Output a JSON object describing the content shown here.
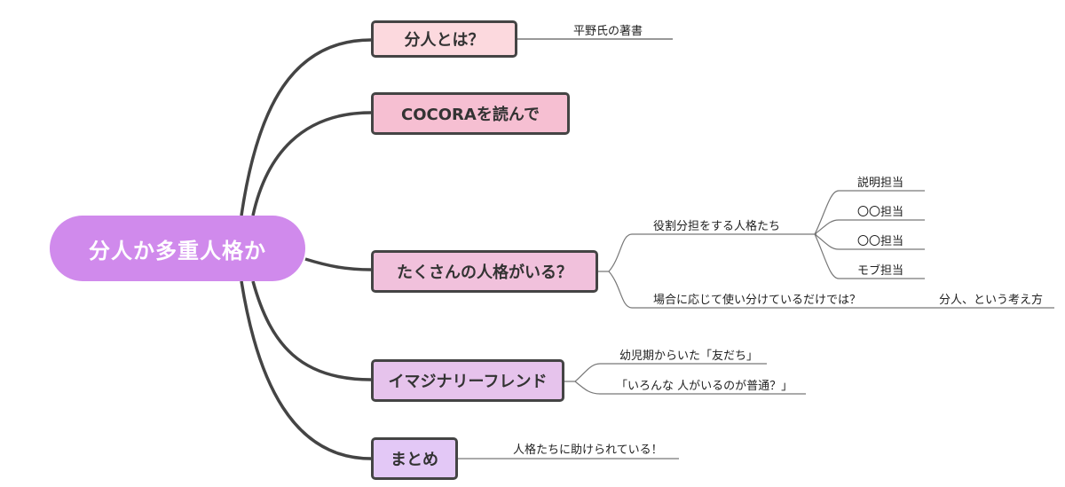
{
  "root": {
    "label": "分人か多重人格か",
    "color": "#d08aec"
  },
  "topics": [
    {
      "id": "t1",
      "label": "分人とは？",
      "color": "#fcd9de",
      "children": [
        {
          "label": "平野氏の著書"
        }
      ]
    },
    {
      "id": "t2",
      "label": "COCORAを読んで",
      "color": "#f6bfd2",
      "children": []
    },
    {
      "id": "t3",
      "label": "たくさんの人格がいる？",
      "color": "#f1c1dc",
      "children": [
        {
          "label": "役割分担をする人格たち",
          "children": [
            {
              "label": "説明担当"
            },
            {
              "label": "〇〇担当"
            },
            {
              "label": "〇〇担当"
            },
            {
              "label": "モブ担当"
            }
          ]
        },
        {
          "label": "場合に応じて使い分けているだけでは？",
          "children": [
            {
              "label": "分人、という考え方"
            }
          ]
        }
      ]
    },
    {
      "id": "t4",
      "label": "イマジナリーフレンド",
      "color": "#e6c3ec",
      "children": [
        {
          "label": "幼児期からいた「友だち」"
        },
        {
          "label": "「いろんな 人がいるのが普通？」"
        }
      ]
    },
    {
      "id": "t5",
      "label": "まとめ",
      "color": "#e3c8f6",
      "children": [
        {
          "label": "人格たちに助けられている！"
        }
      ]
    }
  ],
  "colors": {
    "main_line": "#444444",
    "sub_line": "#666666"
  }
}
